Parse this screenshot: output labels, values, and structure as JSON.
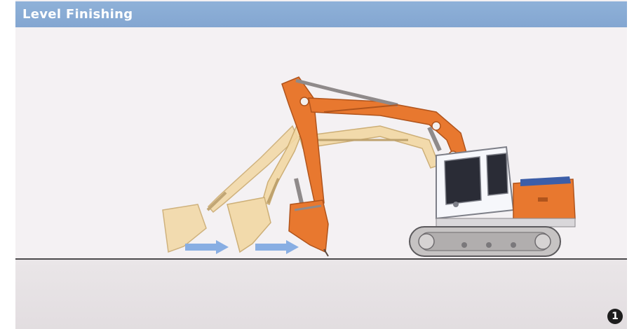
{
  "header": {
    "title": "Level Finishing"
  },
  "figure": {
    "step_number": "1",
    "subject": "excavator",
    "motion_arrows": 2,
    "colors": {
      "header_bar": "#8aaed6",
      "machine_orange": "#e8782f",
      "ghost_arm": "#f1d29a",
      "arrow_blue": "#88aee3",
      "cab_white": "#f6f7fb",
      "track_grey": "#c6c3c3"
    }
  }
}
